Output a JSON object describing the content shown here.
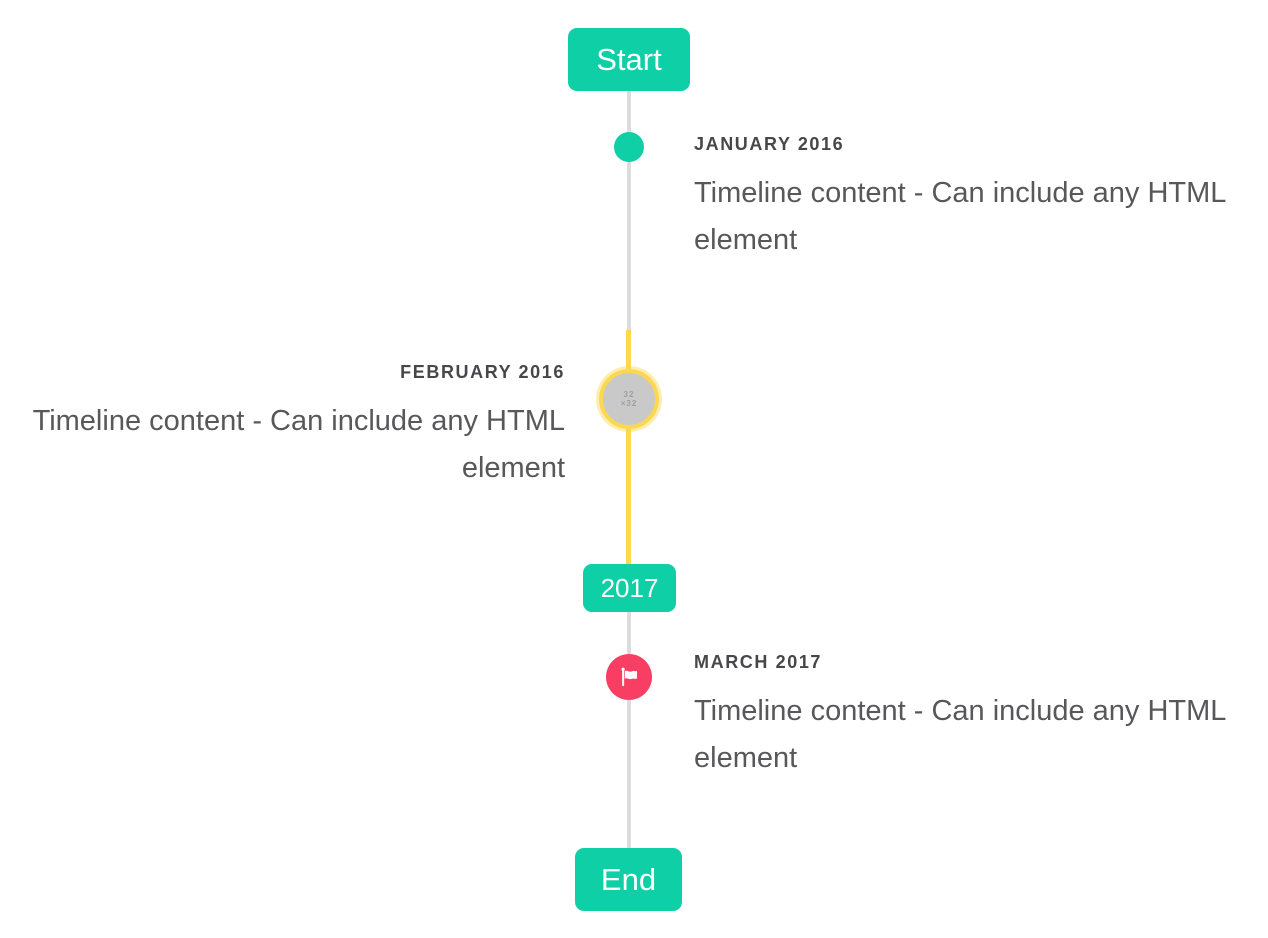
{
  "page": {
    "background": "#ffffff",
    "description_labels": {
      "start_badge": "Start",
      "year_badge": "2017",
      "end_badge": "End"
    }
  },
  "colors": {
    "accent_teal": "#0fcfa6",
    "accent_yellow": "#fbd850",
    "accent_red": "#f83e63",
    "line_gray": "#dcdcdc",
    "avatar_gray": "#c9c9c9",
    "title_text": "#47474b",
    "body_text": "#58585b",
    "badge_text": "#ffffff"
  },
  "timeline": {
    "entries": [
      {
        "id": "january-2016",
        "title": "JANUARY 2016",
        "content": "Timeline content - Can include any HTML element",
        "side": "right",
        "marker": "teal-dot"
      },
      {
        "id": "february-2016",
        "title": "FEBRUARY 2016",
        "content": "Timeline content - Can include any HTML element",
        "side": "left",
        "marker": "avatar-32x32",
        "avatar_text_line1": "32",
        "avatar_text_line2": "×32"
      },
      {
        "id": "march-2017",
        "title": "MARCH 2017",
        "content": "Timeline content - Can include any HTML element",
        "side": "right",
        "marker": "flag-icon"
      }
    ]
  }
}
